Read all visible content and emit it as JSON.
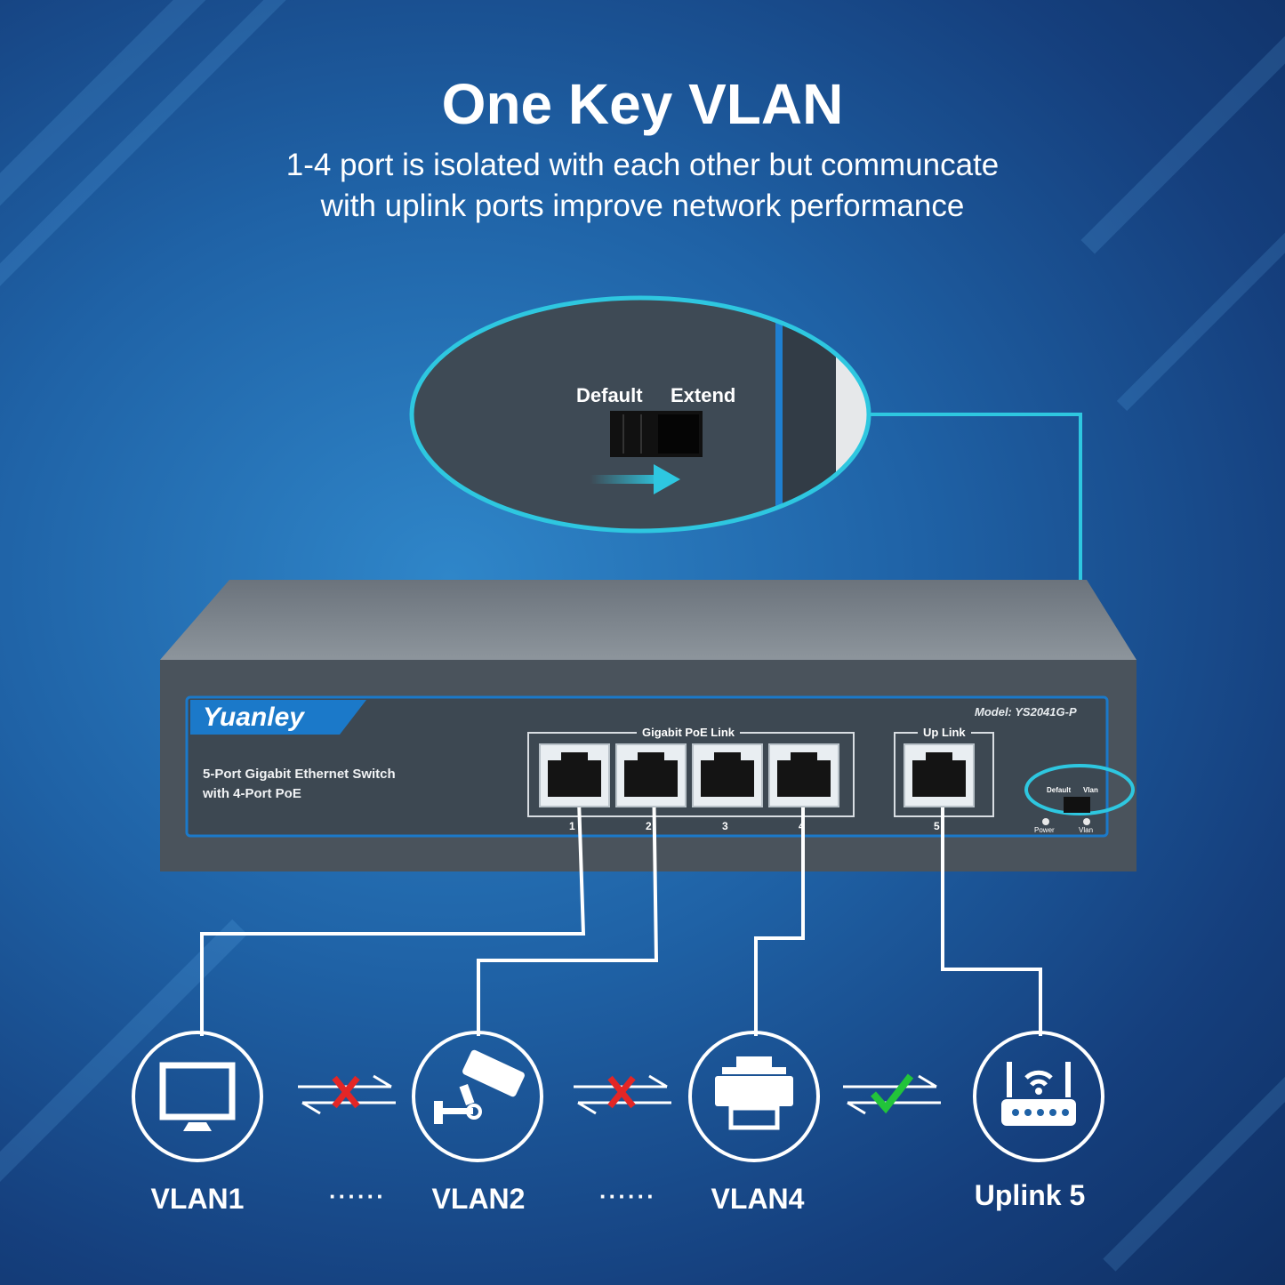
{
  "header": {
    "title": "One Key VLAN",
    "subtitle_line1": "1-4 port is isolated with each other but communcate",
    "subtitle_line2": "with uplink ports improve network performance"
  },
  "zoom": {
    "label_default": "Default",
    "label_extend": "Extend"
  },
  "device": {
    "brand": "Yuanley",
    "model": "Model: YS2041G-P",
    "desc_line1": "5-Port Gigabit  Ethernet Switch",
    "desc_line2": "with 4-Port PoE",
    "poe_group_label": "Gigabit PoE Link",
    "uplink_group_label": "Up Link",
    "port_numbers": [
      "1",
      "2",
      "3",
      "4",
      "5"
    ],
    "switch_label_default": "Default",
    "switch_label_vlan": "Vlan",
    "led_power": "Power",
    "led_vlan": "Vlan"
  },
  "devices": [
    {
      "label": "VLAN1",
      "icon": "monitor-icon"
    },
    {
      "label": "VLAN2",
      "icon": "camera-icon"
    },
    {
      "label": "VLAN4",
      "icon": "printer-icon"
    },
    {
      "label": "Uplink 5",
      "icon": "router-icon"
    }
  ],
  "separators": [
    "······",
    "······"
  ],
  "colors": {
    "accent": "#2ec7e0",
    "blocked": "#e32626",
    "allowed": "#22c43a",
    "brand_blue": "#1b79c9"
  }
}
